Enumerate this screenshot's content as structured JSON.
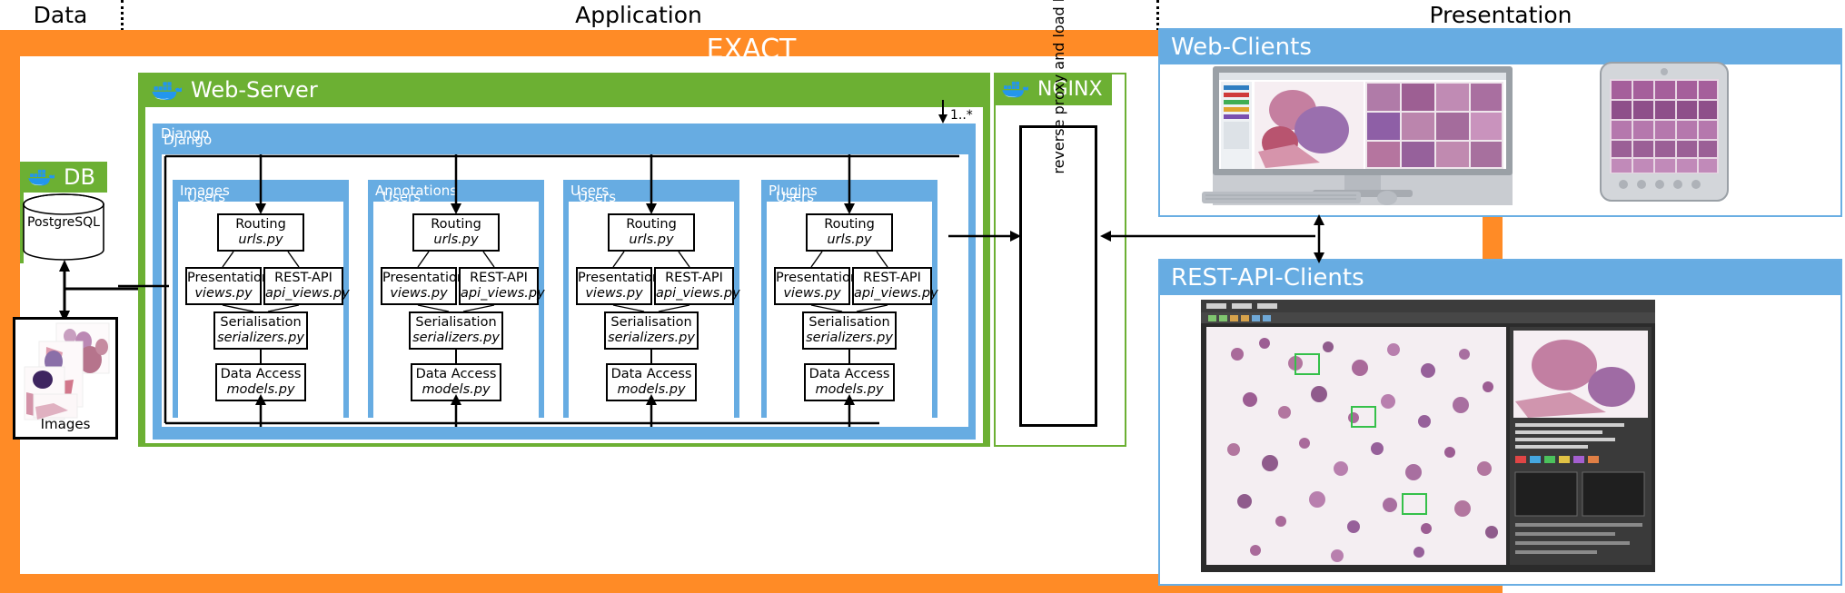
{
  "columns": [
    {
      "label": "Data"
    },
    {
      "label": "Application"
    },
    {
      "label": "Presentation"
    }
  ],
  "exact": {
    "title": "EXACT",
    "color": "#ff8b26"
  },
  "data_tier": {
    "db": {
      "icon": "docker-whale-icon",
      "label": "DB",
      "color": "#6cb033"
    },
    "database": {
      "label": "PostgreSQL",
      "shape": "cylinder"
    },
    "images": {
      "label": "Images"
    }
  },
  "web_server": {
    "icon": "docker-whale-icon",
    "label": "Web-Server",
    "color": "#6cb033",
    "framework": {
      "label": "Django",
      "label_shadow": "Django",
      "color": "#67ace2"
    },
    "multiplicity": "1..*",
    "modules": [
      {
        "label": "Images",
        "label_shadow": "Users",
        "nodes": [
          {
            "title": "Routing",
            "file": "urls.py"
          },
          {
            "title": "Presentation",
            "file": "views.py"
          },
          {
            "title": "REST-API",
            "file": "api_views.py"
          },
          {
            "title": "Serialisation",
            "file": "serializers.py"
          },
          {
            "title": "Data Access",
            "file": "models.py"
          }
        ]
      },
      {
        "label": "Annotations",
        "label_shadow": "Users",
        "nodes": [
          {
            "title": "Routing",
            "file": "urls.py"
          },
          {
            "title": "Presentation",
            "file": "views.py"
          },
          {
            "title": "REST-API",
            "file": "api_views.py"
          },
          {
            "title": "Serialisation",
            "file": "serializers.py"
          },
          {
            "title": "Data Access",
            "file": "models.py"
          }
        ]
      },
      {
        "label": "Users",
        "label_shadow": "Users",
        "nodes": [
          {
            "title": "Routing",
            "file": "urls.py"
          },
          {
            "title": "Presentation",
            "file": "views.py"
          },
          {
            "title": "REST-API",
            "file": "api_views.py"
          },
          {
            "title": "Serialisation",
            "file": "serializers.py"
          },
          {
            "title": "Data Access",
            "file": "models.py"
          }
        ]
      },
      {
        "label": "Plugins",
        "label_shadow": "Users",
        "nodes": [
          {
            "title": "Routing",
            "file": "urls.py"
          },
          {
            "title": "Presentation",
            "file": "views.py"
          },
          {
            "title": "REST-API",
            "file": "api_views.py"
          },
          {
            "title": "Serialisation",
            "file": "serializers.py"
          },
          {
            "title": "Data Access",
            "file": "models.py"
          }
        ]
      }
    ]
  },
  "nginx": {
    "icon": "docker-whale-icon",
    "label": "NGINX",
    "color": "#6cb033",
    "body_label": "reverse proxy and load balancing"
  },
  "presentation": {
    "web_clients": {
      "label": "Web-Clients",
      "color": "#67ace2"
    },
    "rest_clients": {
      "label": "REST-API-Clients",
      "color": "#67ace2"
    }
  }
}
